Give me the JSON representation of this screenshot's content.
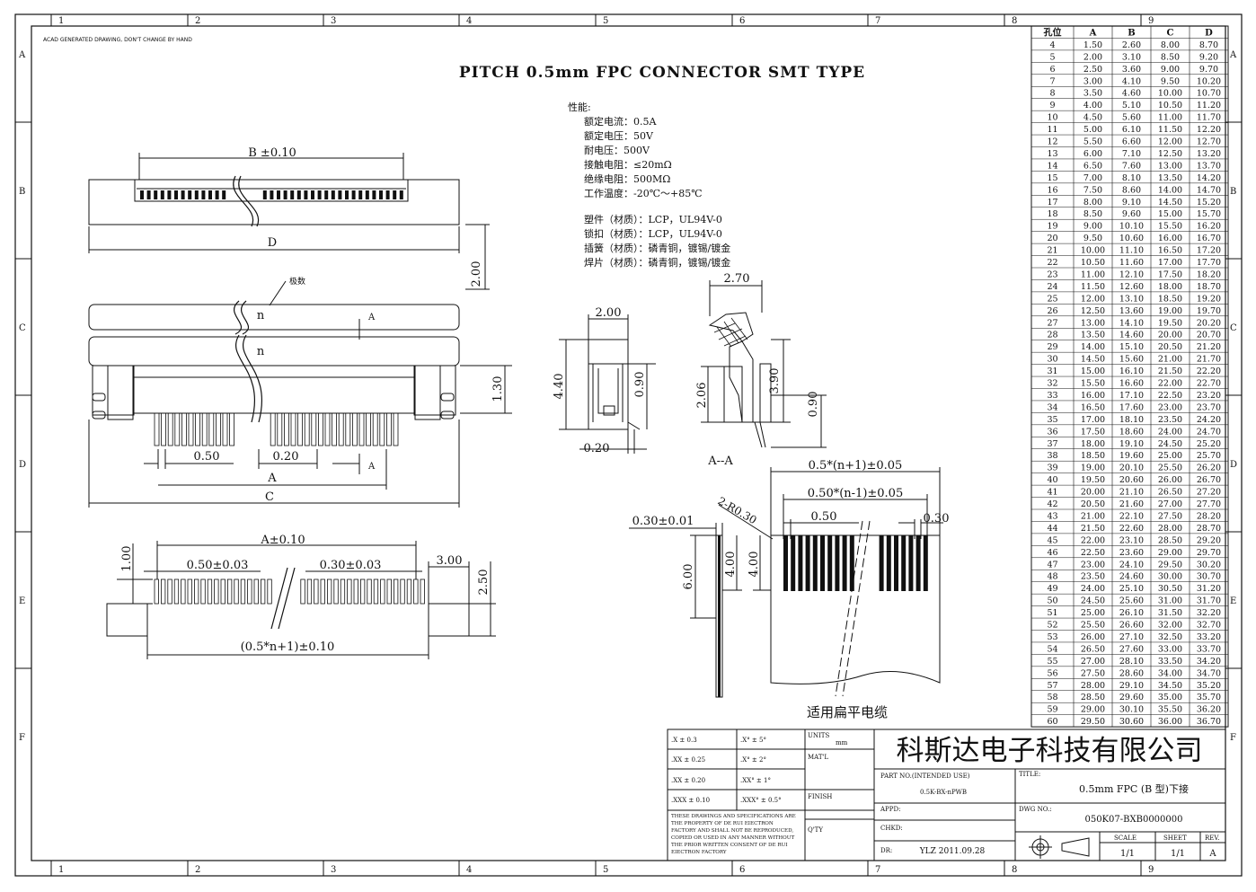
{
  "border": {
    "cols": [
      "1",
      "2",
      "3",
      "4",
      "5",
      "6",
      "7",
      "8",
      "9"
    ],
    "rows": [
      "A",
      "B",
      "C",
      "D",
      "E",
      "F"
    ]
  },
  "note_top": "ACAD GENERATED DRAWING, DON'T CHANGE BY HAND",
  "title": "PITCH 0.5mm FPC CONNECTOR SMT TYPE",
  "specs": {
    "heading": "性能:",
    "lines": [
      "额定电流：0.5A",
      "额定电压：50V",
      "耐电压：500V",
      "接触电阻：≤20mΩ",
      "绝缘电阻：500MΩ",
      "工作温度：-20℃～+85℃"
    ],
    "materials": [
      "塑件（材质）：LCP，UL94V-0",
      "锁扣（材质）：LCP，UL94V-0",
      "插簧（材质）：磷青铜，镀锡/镀金",
      "焊片（材质）：磷青铜，镀锡/镀金"
    ]
  },
  "dims": {
    "top_b": "B ±0.10",
    "top_d": "D",
    "side_200": "2.00",
    "pole_label": "极数",
    "n_label": "n",
    "section_a": "A",
    "front_130": "1.30",
    "front_050": "0.50",
    "front_020": "0.20",
    "front_a": "A",
    "front_c": "C",
    "side1_200": "2.00",
    "side1_440": "4.40",
    "side1_090": "0.90",
    "side1_020": "0.20",
    "side2_270": "2.70",
    "side2_206": "2.06",
    "side2_390": "3.90",
    "side2_090": "0.90",
    "section_label": "A--A",
    "pad_a": "A±0.10",
    "pad_050": "0.50±0.03",
    "pad_030": "0.30±0.03",
    "pad_100": "1.00",
    "pad_300": "3.00",
    "pad_250": "2.50",
    "pad_total": "(0.5*n+1)±0.10",
    "fpc_w1": "0.5*(n+1)±0.05",
    "fpc_w2": "0.50*(n-1)±0.05",
    "fpc_r": "2-R0.30",
    "fpc_050": "0.50",
    "fpc_030": "0.30",
    "fpc_t": "0.30±0.01",
    "fpc_600": "6.00",
    "fpc_400a": "4.00",
    "fpc_400b": "4.00",
    "fpc_caption": "适用扁平电缆"
  },
  "table": {
    "headers": [
      "孔位",
      "A",
      "B",
      "C",
      "D"
    ],
    "rows": [
      [
        "4",
        "1.50",
        "2.60",
        "8.00",
        "8.70"
      ],
      [
        "5",
        "2.00",
        "3.10",
        "8.50",
        "9.20"
      ],
      [
        "6",
        "2.50",
        "3.60",
        "9.00",
        "9.70"
      ],
      [
        "7",
        "3.00",
        "4.10",
        "9.50",
        "10.20"
      ],
      [
        "8",
        "3.50",
        "4.60",
        "10.00",
        "10.70"
      ],
      [
        "9",
        "4.00",
        "5.10",
        "10.50",
        "11.20"
      ],
      [
        "10",
        "4.50",
        "5.60",
        "11.00",
        "11.70"
      ],
      [
        "11",
        "5.00",
        "6.10",
        "11.50",
        "12.20"
      ],
      [
        "12",
        "5.50",
        "6.60",
        "12.00",
        "12.70"
      ],
      [
        "13",
        "6.00",
        "7.10",
        "12.50",
        "13.20"
      ],
      [
        "14",
        "6.50",
        "7.60",
        "13.00",
        "13.70"
      ],
      [
        "15",
        "7.00",
        "8.10",
        "13.50",
        "14.20"
      ],
      [
        "16",
        "7.50",
        "8.60",
        "14.00",
        "14.70"
      ],
      [
        "17",
        "8.00",
        "9.10",
        "14.50",
        "15.20"
      ],
      [
        "18",
        "8.50",
        "9.60",
        "15.00",
        "15.70"
      ],
      [
        "19",
        "9.00",
        "10.10",
        "15.50",
        "16.20"
      ],
      [
        "20",
        "9.50",
        "10.60",
        "16.00",
        "16.70"
      ],
      [
        "21",
        "10.00",
        "11.10",
        "16.50",
        "17.20"
      ],
      [
        "22",
        "10.50",
        "11.60",
        "17.00",
        "17.70"
      ],
      [
        "23",
        "11.00",
        "12.10",
        "17.50",
        "18.20"
      ],
      [
        "24",
        "11.50",
        "12.60",
        "18.00",
        "18.70"
      ],
      [
        "25",
        "12.00",
        "13.10",
        "18.50",
        "19.20"
      ],
      [
        "26",
        "12.50",
        "13.60",
        "19.00",
        "19.70"
      ],
      [
        "27",
        "13.00",
        "14.10",
        "19.50",
        "20.20"
      ],
      [
        "28",
        "13.50",
        "14.60",
        "20.00",
        "20.70"
      ],
      [
        "29",
        "14.00",
        "15.10",
        "20.50",
        "21.20"
      ],
      [
        "30",
        "14.50",
        "15.60",
        "21.00",
        "21.70"
      ],
      [
        "31",
        "15.00",
        "16.10",
        "21.50",
        "22.20"
      ],
      [
        "32",
        "15.50",
        "16.60",
        "22.00",
        "22.70"
      ],
      [
        "33",
        "16.00",
        "17.10",
        "22.50",
        "23.20"
      ],
      [
        "34",
        "16.50",
        "17.60",
        "23.00",
        "23.70"
      ],
      [
        "35",
        "17.00",
        "18.10",
        "23.50",
        "24.20"
      ],
      [
        "36",
        "17.50",
        "18.60",
        "24.00",
        "24.70"
      ],
      [
        "37",
        "18.00",
        "19.10",
        "24.50",
        "25.20"
      ],
      [
        "38",
        "18.50",
        "19.60",
        "25.00",
        "25.70"
      ],
      [
        "39",
        "19.00",
        "20.10",
        "25.50",
        "26.20"
      ],
      [
        "40",
        "19.50",
        "20.60",
        "26.00",
        "26.70"
      ],
      [
        "41",
        "20.00",
        "21.10",
        "26.50",
        "27.20"
      ],
      [
        "42",
        "20.50",
        "21.60",
        "27.00",
        "27.70"
      ],
      [
        "43",
        "21.00",
        "22.10",
        "27.50",
        "28.20"
      ],
      [
        "44",
        "21.50",
        "22.60",
        "28.00",
        "28.70"
      ],
      [
        "45",
        "22.00",
        "23.10",
        "28.50",
        "29.20"
      ],
      [
        "46",
        "22.50",
        "23.60",
        "29.00",
        "29.70"
      ],
      [
        "47",
        "23.00",
        "24.10",
        "29.50",
        "30.20"
      ],
      [
        "48",
        "23.50",
        "24.60",
        "30.00",
        "30.70"
      ],
      [
        "49",
        "24.00",
        "25.10",
        "30.50",
        "31.20"
      ],
      [
        "50",
        "24.50",
        "25.60",
        "31.00",
        "31.70"
      ],
      [
        "51",
        "25.00",
        "26.10",
        "31.50",
        "32.20"
      ],
      [
        "52",
        "25.50",
        "26.60",
        "32.00",
        "32.70"
      ],
      [
        "53",
        "26.00",
        "27.10",
        "32.50",
        "33.20"
      ],
      [
        "54",
        "26.50",
        "27.60",
        "33.00",
        "33.70"
      ],
      [
        "55",
        "27.00",
        "28.10",
        "33.50",
        "34.20"
      ],
      [
        "56",
        "27.50",
        "28.60",
        "34.00",
        "34.70"
      ],
      [
        "57",
        "28.00",
        "29.10",
        "34.50",
        "35.20"
      ],
      [
        "58",
        "28.50",
        "29.60",
        "35.00",
        "35.70"
      ],
      [
        "59",
        "29.00",
        "30.10",
        "35.50",
        "36.20"
      ],
      [
        "60",
        "29.50",
        "30.60",
        "36.00",
        "36.70"
      ]
    ]
  },
  "titleblock": {
    "tol": [
      ".X  ±  0.3",
      ".XX  ±  0.25",
      ".XX  ±  0.20",
      ".XXX  ±  0.10"
    ],
    "ang": [
      ".X°  ±  5°",
      ".X°  ±  2°",
      ".XX°  ±  1°",
      ".XXX°  ±  0.5°"
    ],
    "units_label": "UNITS",
    "units_value": "mm",
    "matl_label": "MAT'L",
    "finish_label": "FINISH",
    "qty_label": "Q'TY",
    "notice": [
      "THESE DRAWINGS AND SPECIFICATIONS ARE",
      "THE PROPERTY OF DE RUI EIECTRON",
      "FACTORY AND SHALL NOT BE REPRODUCED,",
      "COPIED OR USED IN ANY MANNER WITHOUT",
      "THE PRIOR WRITTEN CONSENT OF DE RUI",
      "EIECTRON FACTORY"
    ],
    "company": "科斯达电子科技有限公司",
    "part_label": "PART NO.(INTENDED USE)",
    "part_value": "0.5K-BX-nPWB",
    "title_label": "TITLE:",
    "title_value": "0.5mm FPC (B 型)下接",
    "appd_label": "APPD:",
    "chkd_label": "CHKD:",
    "dr_label": "DR:",
    "dr_value": "YLZ  2011.09.28",
    "dwg_label": "DWG NO.:",
    "dwg_value": "050K07-BXB0000000",
    "scale_label": "SCALE",
    "scale_value": "1/1",
    "sheet_label": "SHEET",
    "sheet_value": "1/1",
    "rev_label": "REV.",
    "rev_value": "A"
  }
}
